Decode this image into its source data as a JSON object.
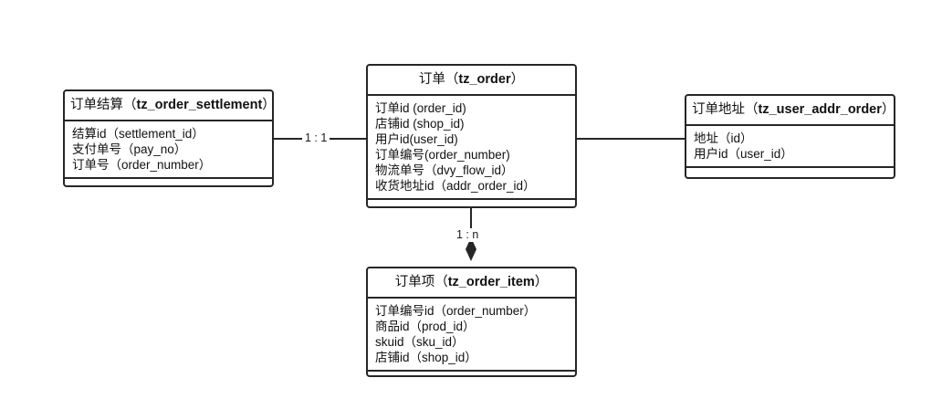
{
  "diagram": {
    "title": "order-er-diagram",
    "background_color": "#ffffff",
    "line_color": "#262626",
    "text_color": "#111111"
  },
  "entities": {
    "order_settlement": {
      "cn_name": "订单结算",
      "table": "tz_order_settlement",
      "title_open_paren": "（",
      "title_close_paren": "）",
      "attributes": [
        "结算id（settlement_id）",
        "支付单号（pay_no）",
        "订单号（order_number）"
      ]
    },
    "order": {
      "cn_name": "订单",
      "table": "tz_order",
      "title_open_paren": "（",
      "title_close_paren": "）",
      "attributes": [
        "订单id (order_id)",
        "店铺id (shop_id)",
        "用户id(user_id)",
        "订单编号(order_number)",
        "物流单号（dvy_flow_id）",
        "收货地址id（addr_order_id）"
      ]
    },
    "user_addr_order": {
      "cn_name": "订单地址",
      "table": "tz_user_addr_order",
      "title_open_paren": "（",
      "title_close_paren": "）",
      "attributes": [
        "地址（id）",
        "用户id（user_id）"
      ]
    },
    "order_item": {
      "cn_name": "订单项",
      "table": "tz_order_item",
      "title_open_paren": "（",
      "title_close_paren": "）",
      "attributes": [
        "订单编号id（order_number）",
        "商品id（prod_id）",
        "skuid（sku_id）",
        "店铺id（shop_id）"
      ]
    }
  },
  "relationships": {
    "settlement_to_order": {
      "label": "1 : 1",
      "from": "order_settlement",
      "to": "order"
    },
    "order_to_order_item": {
      "label": "1 : n",
      "from": "order",
      "to": "order_item",
      "marker": "filled-diamond"
    },
    "order_to_addr": {
      "label": "",
      "from": "order",
      "to": "user_addr_order"
    }
  }
}
